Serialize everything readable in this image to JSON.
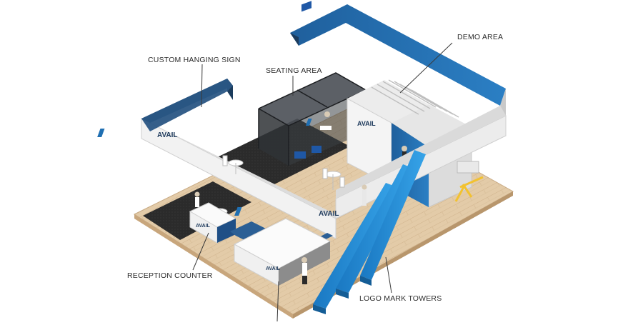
{
  "callouts": {
    "custom_hanging_sign": "CUSTOM HANGING SIGN",
    "seating_area": "SEATING AREA",
    "demo_area": "DEMO AREA",
    "reception_counter": "RECEPTION COUNTER",
    "logo_mark_towers": "LOGO MARK TOWERS"
  },
  "brand": {
    "logo_text": "AVAIL"
  },
  "colors": {
    "floor_wood": "#e2c9a6",
    "carpet": "#2a2a2a",
    "brand_blue": "#1f6fb2",
    "navy": "#22476e",
    "sign_white": "#f2f2f2",
    "tower_blue": "#2c8fd6"
  }
}
